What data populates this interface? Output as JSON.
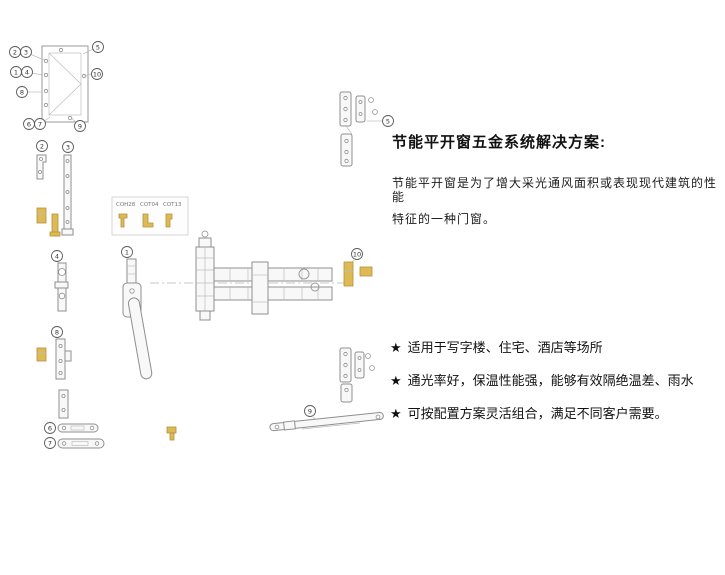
{
  "text_panel": {
    "title": "节能平开窗五金系统解决方案:",
    "description_lines": [
      "节能平开窗是为了增大采光通风面积或表现现代建筑的性能",
      "特征的一种门窗。"
    ],
    "features": [
      {
        "bullet": "★",
        "text": "适用于写字楼、住宅、酒店等场所"
      },
      {
        "bullet": "★",
        "text": "通光率好，保温性能强，能够有效隔绝温差、雨水"
      },
      {
        "bullet": "★",
        "text": "可按配置方案灵活组合，满足不同客户需要。"
      }
    ]
  },
  "diagram": {
    "callouts": [
      "1",
      "2",
      "3",
      "4",
      "5",
      "6",
      "7",
      "8",
      "9",
      "10"
    ],
    "profile_labels": [
      "COH28",
      "COT04",
      "COT13"
    ],
    "colors": {
      "gold": "#ddba55",
      "line": "#9a9a9a"
    }
  }
}
